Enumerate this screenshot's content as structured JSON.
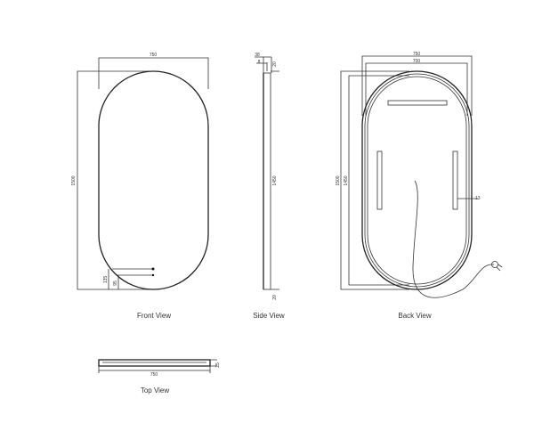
{
  "views": {
    "front": {
      "label": "Front View",
      "width": "750",
      "height": "1500",
      "dim_a": "135",
      "dim_b": "95"
    },
    "side": {
      "label": "Side View",
      "depth": "38",
      "frame": "8",
      "top_gap": "20",
      "height": "1450",
      "bottom_gap": "20"
    },
    "back": {
      "label": "Back View",
      "width": "750",
      "inner_width": "700",
      "height": "1500",
      "inner_height": "1450",
      "bar_offset": "13"
    },
    "top": {
      "label": "Top View",
      "width": "750",
      "depth": "25"
    }
  }
}
